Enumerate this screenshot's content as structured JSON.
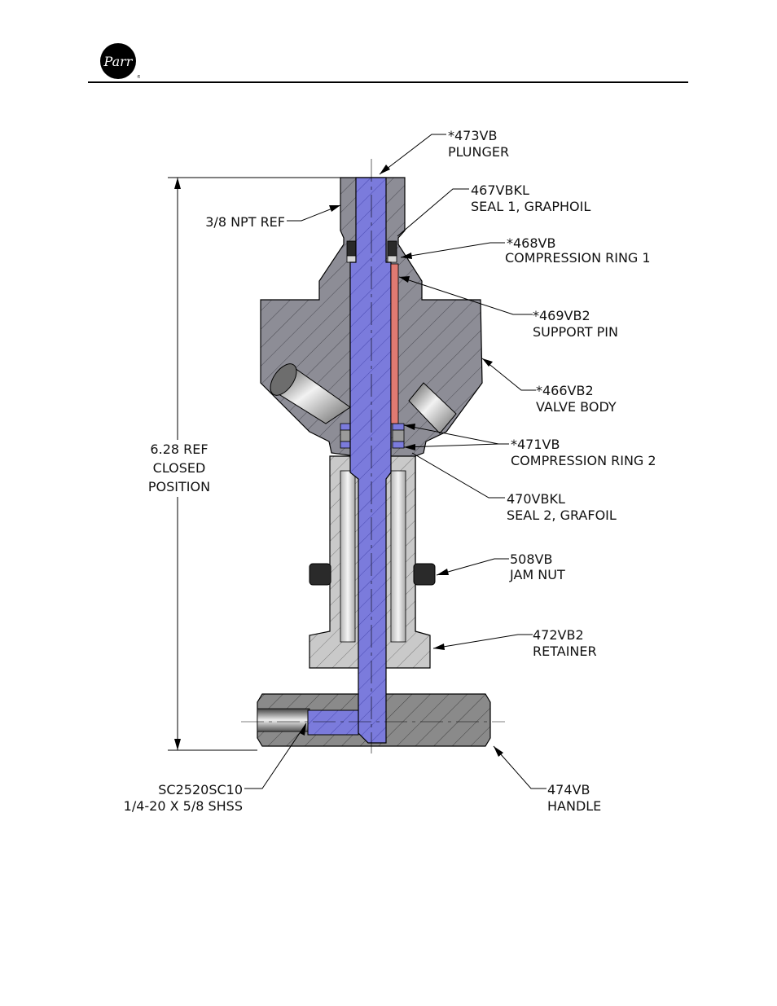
{
  "header": {
    "logo_text": "Parr"
  },
  "dimension": {
    "line1": "6.28 REF",
    "line2": "CLOSED",
    "line3": "POSITION"
  },
  "callouts": [
    {
      "part": "*473VB",
      "desc": "PLUNGER"
    },
    {
      "part": "467VBKL",
      "desc": "SEAL 1, GRAPHOIL"
    },
    {
      "part": "3/8 NPT REF",
      "desc": ""
    },
    {
      "part": "*468VB",
      "desc": "COMPRESSION RING 1"
    },
    {
      "part": "*469VB2",
      "desc": "SUPPORT PIN"
    },
    {
      "part": "*466VB2",
      "desc": "VALVE BODY"
    },
    {
      "part": "*471VB",
      "desc": "COMPRESSION RING 2"
    },
    {
      "part": "470VBKL",
      "desc": "SEAL 2, GRAFOIL"
    },
    {
      "part": "508VB",
      "desc": "JAM NUT"
    },
    {
      "part": "472VB2",
      "desc": "RETAINER"
    },
    {
      "part": "SC2520SC10",
      "desc": "1/4-20 X 5/8 SHSS"
    },
    {
      "part": "474VB",
      "desc": "HANDLE"
    }
  ],
  "colors": {
    "body": "#8d8d96",
    "retainer": "#c9c9c9",
    "plunger": "#7b7bdc",
    "support_pin": "#e07a72",
    "jam_nut": "#2a2a2a"
  }
}
